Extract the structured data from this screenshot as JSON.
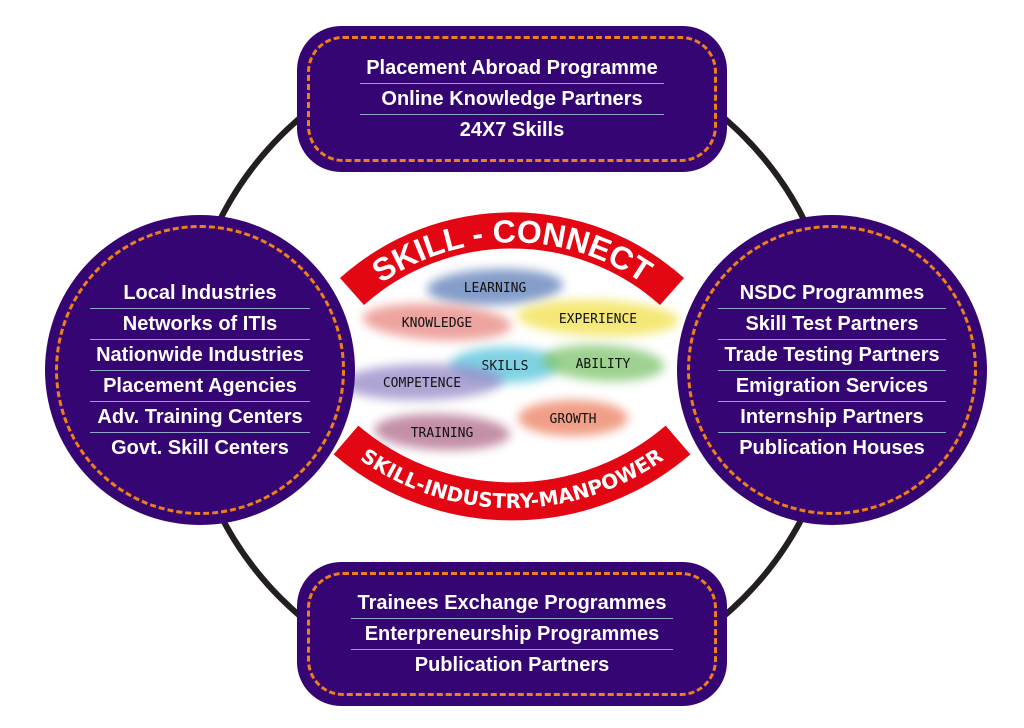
{
  "title": "SKILL - CONNECT",
  "subtitle": "SKILL-INDUSTRY-MANPOWER",
  "colors": {
    "node_fill": "#350573",
    "dash": "#f07f1b",
    "band": "#e30613",
    "ring": "#231f20"
  },
  "top": [
    "Placement Abroad Programme",
    "Online Knowledge Partners",
    "24X7 Skills"
  ],
  "left": [
    "Local Industries",
    "Networks of ITIs",
    "Nationwide Industries",
    "Placement Agencies",
    "Adv. Training Centers",
    "Govt. Skill Centers"
  ],
  "right": [
    "NSDC Programmes",
    "Skill Test  Partners",
    "Trade Testing Partners",
    "Emigration Services",
    "Internship Partners",
    "Publication Houses"
  ],
  "bottom": [
    "Trainees Exchange Programmes",
    "Enterpreneurship Programmes",
    "Publication Partners"
  ],
  "words": [
    {
      "text": "LEARNING",
      "color": "#5b7db8"
    },
    {
      "text": "KNOWLEDGE",
      "color": "#e8857f"
    },
    {
      "text": "EXPERIENCE",
      "color": "#f2e04a"
    },
    {
      "text": "SKILLS",
      "color": "#52c3dc"
    },
    {
      "text": "ABILITY",
      "color": "#7dc36a"
    },
    {
      "text": "COMPETENCE",
      "color": "#9487c6"
    },
    {
      "text": "TRAINING",
      "color": "#b06b8a"
    },
    {
      "text": "GROWTH",
      "color": "#ec7e5e"
    }
  ]
}
